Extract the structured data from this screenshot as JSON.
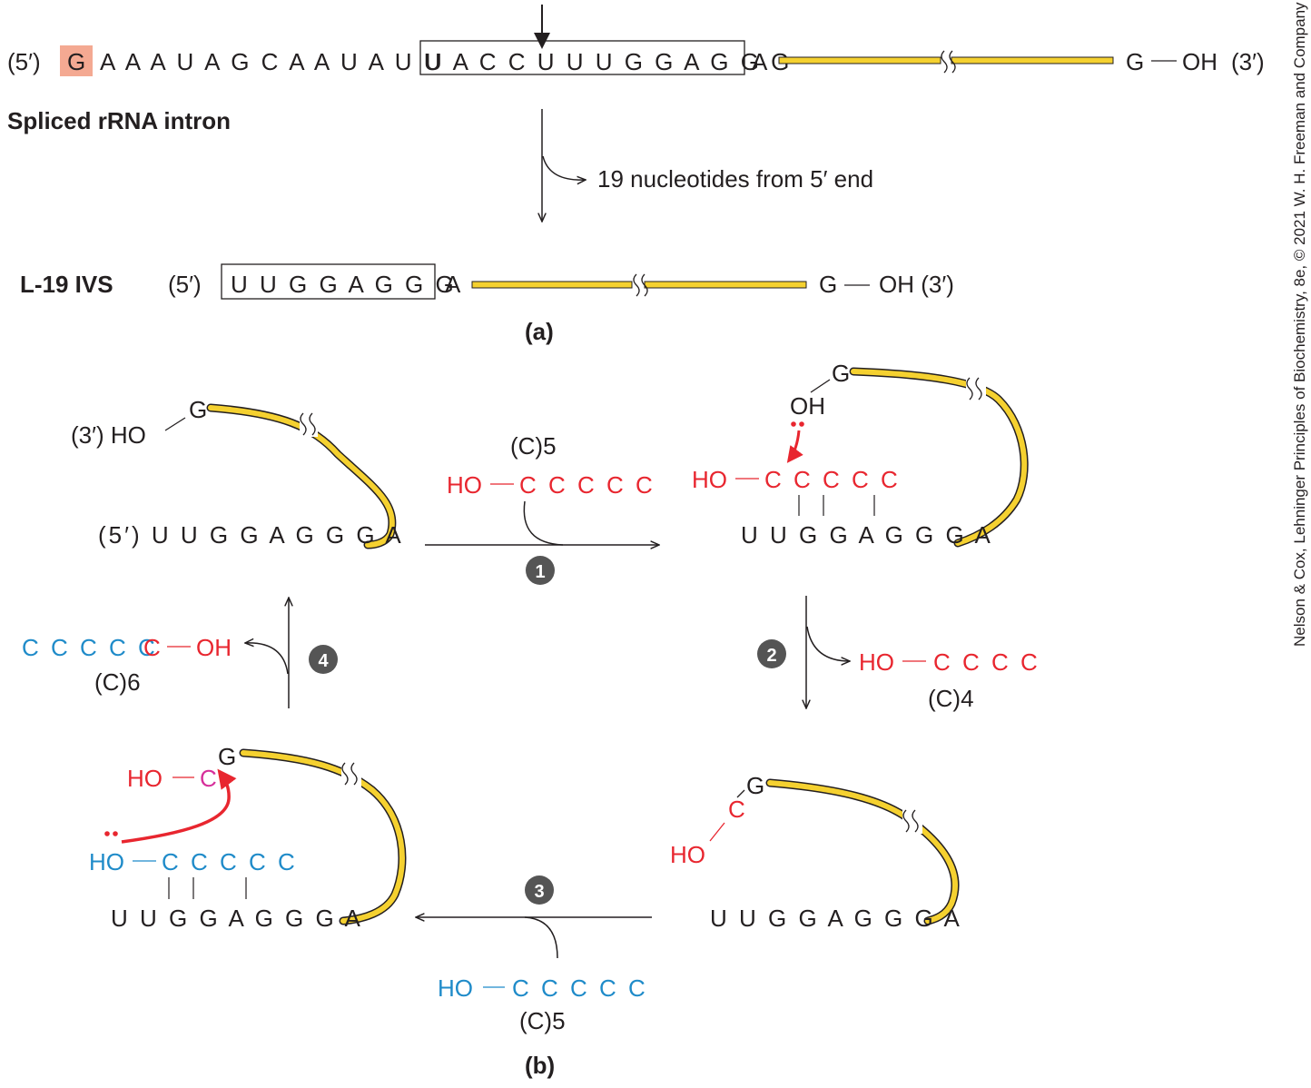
{
  "colors": {
    "rna_strand": "#f5d130",
    "highlight": "#f4a992",
    "red": "#e8262f",
    "blue": "#1f8bc9",
    "magenta": "#d62f9a",
    "step_badge": "#555555"
  },
  "panel_a": {
    "intron_prefix": "(5′)",
    "first_g": "G",
    "seq_pre": "A A A U A G C A A U A U U",
    "seq_boxed": "U A C C U U U G G A G G G",
    "seq_after": "A",
    "end_g": "G",
    "end_oh": "OH",
    "end_3": "(3′)",
    "intron_label": "Spliced rRNA intron",
    "arrow_label": "19 nucleotides from 5′ end",
    "ivs_label": "L-19 IVS",
    "ivs_prefix": "(5′)",
    "ivs_boxed": "U U G G A G G G",
    "ivs_after": "A",
    "ivs_end_g": "G",
    "ivs_end_oh": "OH (3′)",
    "caption": "(a)"
  },
  "panel_b": {
    "caption": "(b)",
    "s1": {
      "g": "G",
      "ho": "(3′) HO",
      "seq": "(5′) U U G G A G G G A"
    },
    "r1": {
      "c5": "(C)5",
      "ho": "HO",
      "cs": "C C C C C",
      "step": "1"
    },
    "s2": {
      "g": "G",
      "oh": "OH",
      "ho": "HO",
      "cs": "C C C C C",
      "seq": "U U G G A G G G A"
    },
    "r2": {
      "step": "2",
      "ho": "HO",
      "cs": "C C C C",
      "c4": "(C)4"
    },
    "s3": {
      "g": "G",
      "c": "C",
      "ho": "HO",
      "seq": "U U G G A G G G A"
    },
    "r3": {
      "step": "3",
      "ho": "HO",
      "cs": "C C C C C",
      "c5": "(C)5"
    },
    "s4": {
      "g": "G",
      "ho_red": "HO",
      "c_mag": "C",
      "ho_blue": "HO",
      "cs": "C C C C C",
      "seq": "U U G G A G G G A"
    },
    "r4": {
      "step": "4",
      "blue_cs": "C C C C C",
      "red_c": "C",
      "oh": "OH",
      "c6": "(C)6"
    }
  },
  "credit": "Nelson & Cox, Lehninger Principles of Biochemistry, 8e, © 2021 W. H. Freeman and Company"
}
